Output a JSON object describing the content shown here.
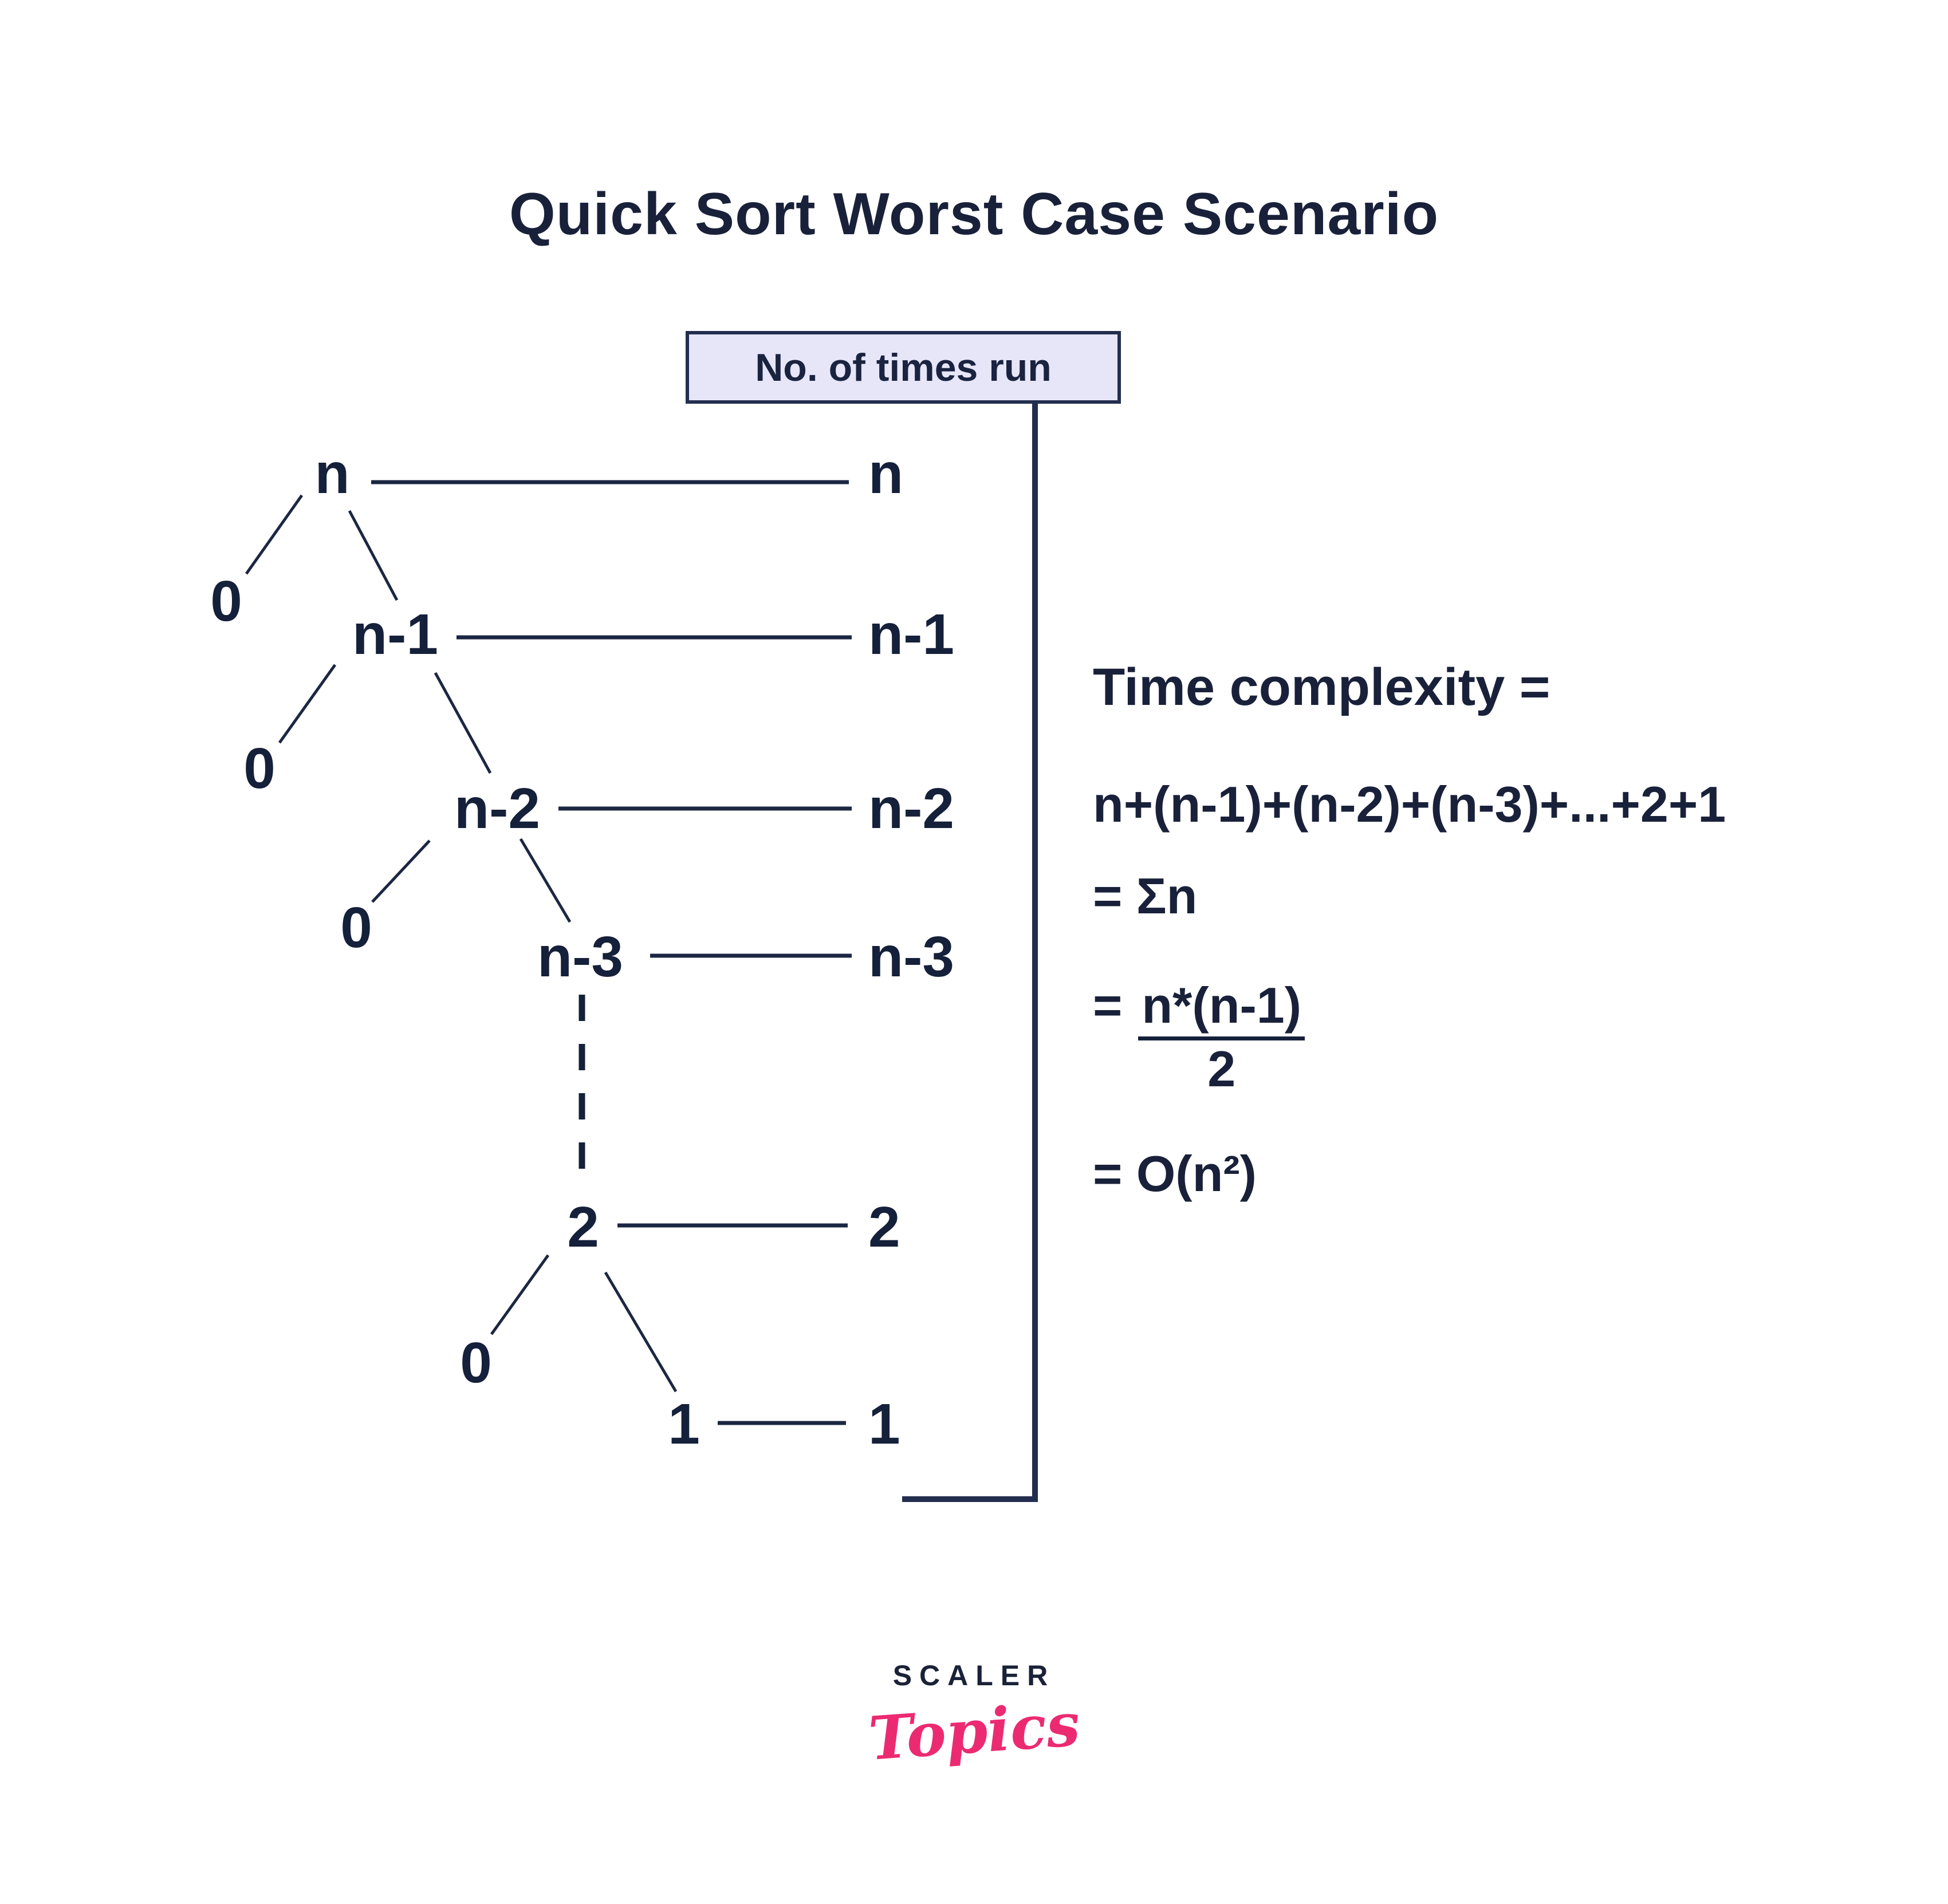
{
  "title": "Quick Sort Worst Case Scenario",
  "header_box": {
    "label": "No. of times run"
  },
  "tree": {
    "levels": [
      {
        "node": "n",
        "times": "n"
      },
      {
        "node": "n-1",
        "times": "n-1"
      },
      {
        "node": "n-2",
        "times": "n-2"
      },
      {
        "node": "n-3",
        "times": "n-3"
      },
      {
        "node": "2",
        "times": "2"
      },
      {
        "node": "1",
        "times": "1"
      }
    ],
    "zeros": [
      "0",
      "0",
      "0",
      "0"
    ]
  },
  "complexity": {
    "heading": "Time complexity =",
    "expansion": "n+(n-1)+(n-2)+(n-3)+...+2+1",
    "sigma": "= Σn",
    "fraction_equals": "=",
    "fraction_numerator": "n*(n-1)",
    "fraction_denominator": "2",
    "result": "= O(n²)"
  },
  "logo": {
    "brand": "SCALER",
    "sub": "Topics"
  },
  "colors": {
    "navy_text": "#15203A",
    "line": "#1B2742",
    "box_fill": "#E7E6F9",
    "box_border": "#232E4F",
    "pink": "#EC2A72",
    "background": "#FFFFFF"
  }
}
